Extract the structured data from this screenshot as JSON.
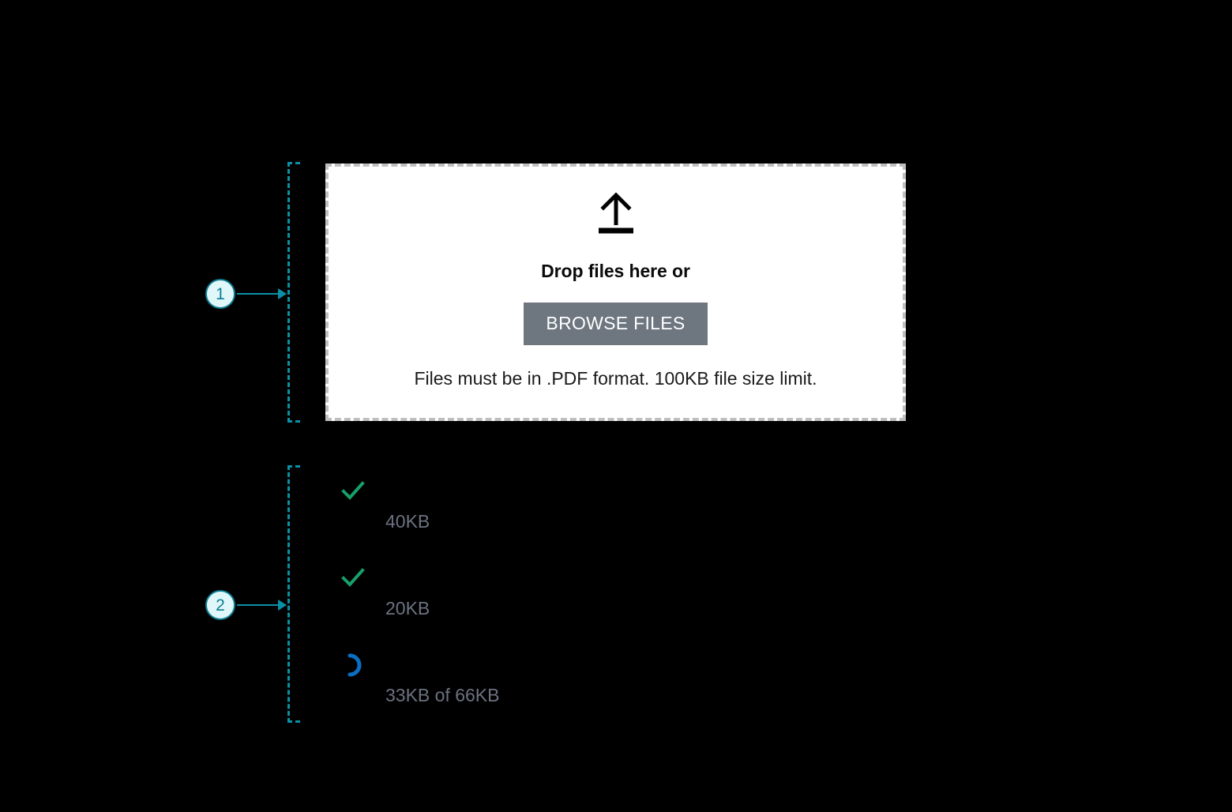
{
  "dropzone": {
    "upload_icon": "upload-arrow-icon",
    "heading": "Drop files here or",
    "browse_label": "BROWSE FILES",
    "hint": "Files must be in .PDF format. 100KB file size limit.",
    "border_color": "#BFBFBF",
    "background": "#FFFFFF",
    "button_color": "#6E7680"
  },
  "file_list": {
    "files": [
      {
        "status": "complete",
        "status_icon": "check-icon",
        "status_color": "#16A06A",
        "name": "",
        "meta": "40KB"
      },
      {
        "status": "complete",
        "status_icon": "check-icon",
        "status_color": "#16A06A",
        "name": "",
        "meta": "20KB"
      },
      {
        "status": "uploading",
        "status_icon": "spinner-icon",
        "status_color": "#0A6FC2",
        "name": "",
        "meta": "33KB of 66KB"
      }
    ]
  },
  "annotations": {
    "accent_color": "#0C8FA5",
    "markers": [
      {
        "label": "1",
        "target": "upload-dropzone"
      },
      {
        "label": "2",
        "target": "uploaded-file-list"
      }
    ]
  }
}
